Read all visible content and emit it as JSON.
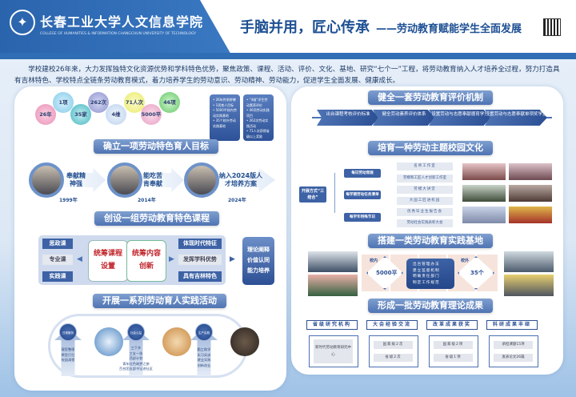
{
  "header": {
    "school_name": "长春工业大学人文信息学院",
    "school_name_en": "COLLEGE OF HUMANITIES & INFORMATION CHANGCHUN UNIVERSITY OF TECHNOLOGY",
    "title": "手脑并用，匠心传承",
    "subtitle": "——劳动教育赋能学生全面发展"
  },
  "intro": "学校建校26年来，大力发挥独特文化资源优势和学科特色优势，聚焦政策、课程、活动、评价、文化、基地、研究“七个一”工程，将劳动教育纳入人才培养全过程，努力打造具有吉林特色、学校特点全链条劳动教育模式，着力培养学生的劳动意识、劳动精神、劳动能力，促进学生全面发展、健康成长。",
  "stats": {
    "bubbles": [
      "26年",
      "1项",
      "35家",
      "262次",
      "4维",
      "71人次",
      "5000平",
      "46项"
    ],
    "box1": [
      "26年传承拼搏",
      "1项育人目标",
      "5000平校内劳动实践基地",
      "35个校外劳动实践基地"
    ],
    "box2": [
      "“4维”学生劳动素养评价",
      "46项劳动实践项目",
      "262次劳动实践活动",
      "71人次获得省级以上奖励"
    ]
  },
  "goal": {
    "title": "确立一项劳动特色育人目标",
    "timeline": [
      {
        "text": "奉献精神强",
        "year": "1999年"
      },
      {
        "text": "能吃苦肯奉献",
        "year": "2014年"
      },
      {
        "text": "纳入2024版人才培养方案",
        "year": "2024年"
      }
    ]
  },
  "course": {
    "title": "创设一组劳动教育特色课程",
    "left": [
      "思政课",
      "专业课",
      "实践课"
    ],
    "center": [
      "统筹课程设置",
      "统筹内容创新"
    ],
    "right": [
      "体现时代特征",
      "发挥学科优势",
      "具有吉林特色"
    ],
    "result": "理论阐释价值认同能力培养"
  },
  "activity": {
    "title": "开展一系列劳动育人实践活动",
    "items": [
      {
        "name": "日常服务",
        "lines": [
          "寝室整理",
          "教室打扫",
          "校园清雪"
        ]
      },
      {
        "name": "社会公益",
        "lines": [
          "三下乡",
          "三支一扶",
          "西部计划",
          "青年红色筑梦之旅",
          "百名团支部书记进社区"
        ]
      },
      {
        "name": "生产实践",
        "lines": [
          "勤工助学",
          "实习实训",
          "就业实践",
          "创新创业"
        ]
      }
    ]
  },
  "evaluation": {
    "title": "健全一套劳动教育评价机制",
    "steps": [
      "出台课程考核评价标准",
      "健全劳动素养评价体系",
      "设置劳动与志愿奉献德育学分",
      "设置劳动与志愿奉献单项奖学金"
    ]
  },
  "culture": {
    "title": "培育一种劳动主题校园文化",
    "root": "开展方式“三结合”",
    "branches": [
      {
        "name": "每日劳动常规",
        "leaves": [
          "名师工作室",
          "劳模和工匠人才创新工作室"
        ]
      },
      {
        "name": "每学期劳动任务清单",
        "leaves": [
          "劳模大讲堂",
          "大国工匠进校园"
        ]
      },
      {
        "name": "每学年特殊节日",
        "leaves": [
          "优秀毕业生报告会",
          "劳动社会实践表彰大会"
        ]
      }
    ]
  },
  "base": {
    "title": "搭建一类劳动教育实践基地",
    "inner_label": "校内",
    "inner_value": "5000平",
    "outer_label": "校外",
    "outer_value": "35个",
    "measures": [
      "出台管理办法",
      "建立监督机制",
      "明确责任部门",
      "制定工作规范"
    ]
  },
  "research": {
    "title": "形成一批劳动教育理论成果",
    "cols": [
      {
        "head": "省级研究机构",
        "items": [
          "新时代劳动教育研究中心"
        ]
      },
      {
        "head": "大会经验交流",
        "items": [
          "国家级2次",
          "省级2次"
        ]
      },
      {
        "head": "改革成果获奖",
        "items": [
          "国家级2项",
          "省级1项"
        ]
      },
      {
        "head": "科研成果丰硕",
        "items": [
          "承担课题15项",
          "发表论文26篇"
        ]
      }
    ]
  }
}
